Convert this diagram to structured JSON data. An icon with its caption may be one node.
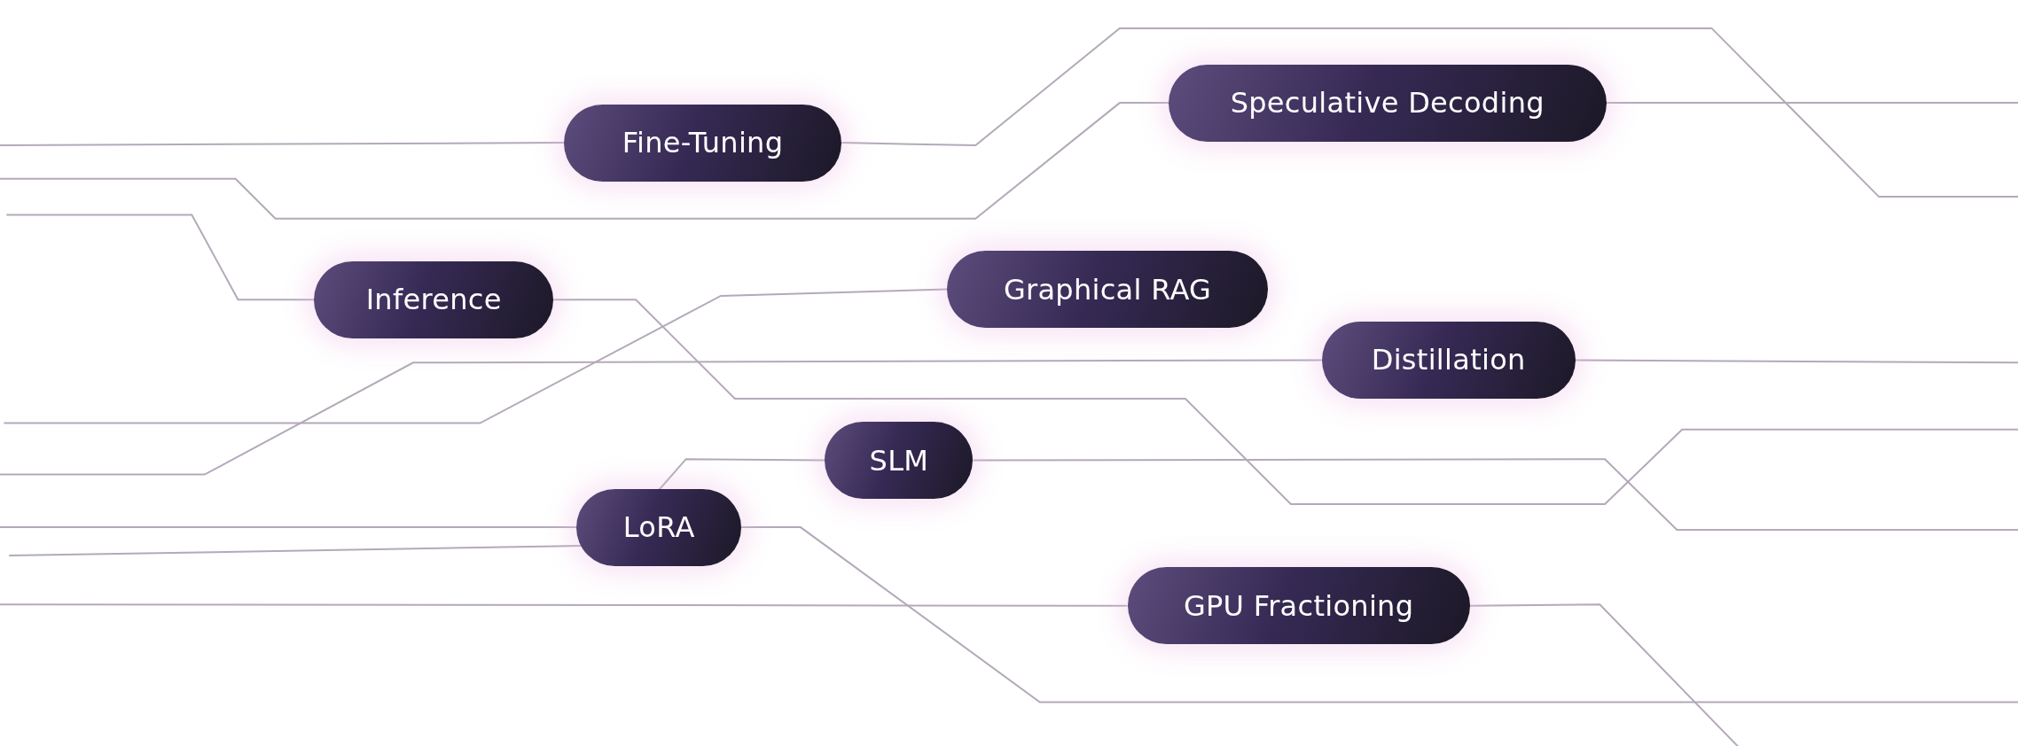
{
  "diagram": {
    "nodes": [
      {
        "text": [
          "Speculative Decoding"
        ]
      },
      {
        "text": [
          "Fine-Tuning"
        ]
      },
      {
        "text": [
          "Graphical RAG"
        ]
      },
      {
        "text": [
          "Inference"
        ]
      },
      {
        "text": [
          "Distillation"
        ]
      },
      {
        "text": [
          "SLM"
        ]
      },
      {
        "text": [
          "LoRA"
        ]
      },
      {
        "text": [
          "GPU Fractioning"
        ]
      }
    ],
    "edges": [
      {
        "from": null,
        "to": 1,
        "arrow": "none"
      },
      {
        "from": 1,
        "to": null,
        "arrow": "none"
      },
      {
        "from": null,
        "to": 0,
        "arrow": "none"
      },
      {
        "from": 0,
        "to": null,
        "arrow": "none"
      },
      {
        "from": null,
        "to": 3,
        "arrow": "none"
      },
      {
        "from": 3,
        "to": null,
        "arrow": "none"
      },
      {
        "from": null,
        "to": 2,
        "arrow": "none"
      },
      {
        "from": null,
        "to": 4,
        "arrow": "none"
      },
      {
        "from": 4,
        "to": null,
        "arrow": "none"
      },
      {
        "from": 5,
        "to": 6,
        "arrow": "none"
      },
      {
        "from": 5,
        "to": null,
        "arrow": "none"
      },
      {
        "from": null,
        "to": 6,
        "arrow": "none"
      },
      {
        "from": null,
        "to": 6,
        "arrow": "none"
      },
      {
        "from": 6,
        "to": null,
        "arrow": "none"
      },
      {
        "from": null,
        "to": 7,
        "arrow": "none"
      },
      {
        "from": 7,
        "to": null,
        "arrow": "none"
      }
    ]
  }
}
